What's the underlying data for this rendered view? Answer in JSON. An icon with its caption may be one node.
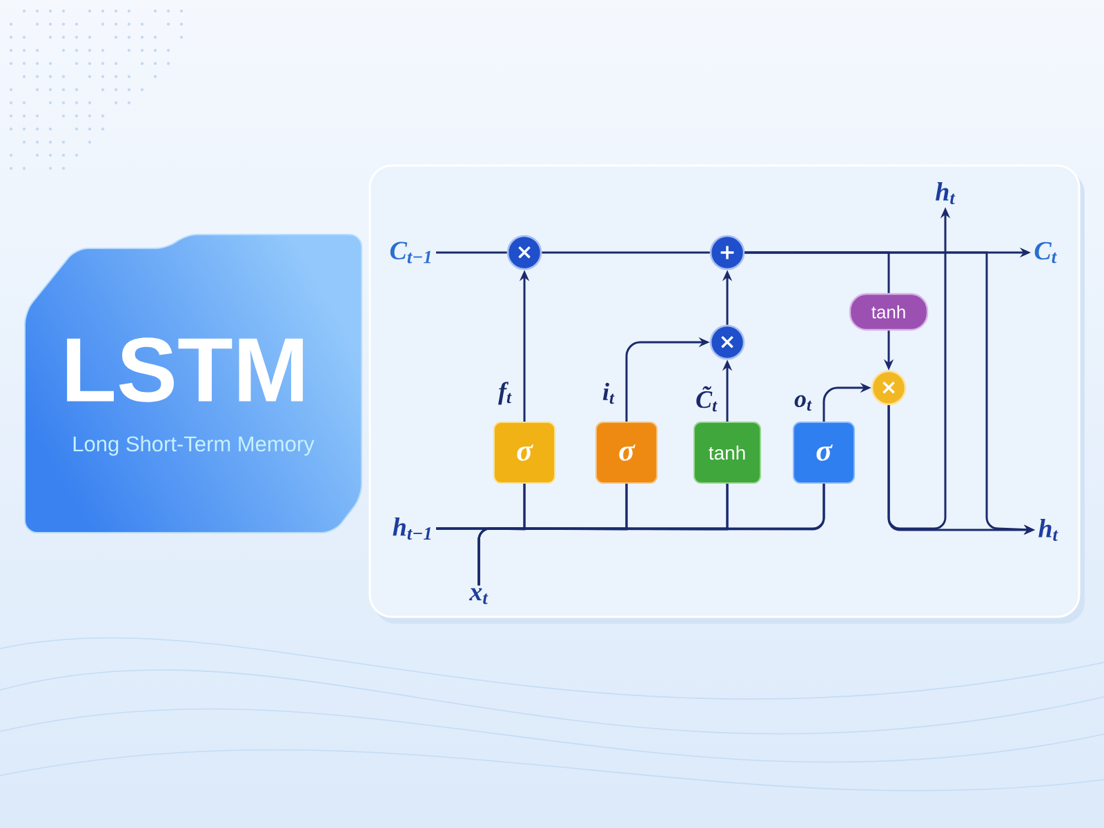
{
  "diagram": {
    "nodes": [
      {
        "text": [
          "LSTM",
          "Long Short-Term Memory"
        ]
      },
      {
        "text": [
          "C$_{t−1}$"
        ]
      },
      {
        "text": [
          "×"
        ]
      },
      {
        "text": [
          "+"
        ]
      },
      {
        "text": [
          "h$_{t}$"
        ]
      },
      {
        "text": [
          "C$_{t}$"
        ]
      },
      {
        "text": [
          "tanh"
        ]
      },
      {
        "text": [
          "×"
        ]
      },
      {
        "text": [
          "×"
        ]
      },
      {
        "text": [
          "σ"
        ]
      },
      {
        "text": [
          "σ"
        ]
      },
      {
        "text": [
          "tanh"
        ]
      },
      {
        "text": [
          "σ"
        ]
      },
      {
        "text": [
          "h$_{t−1}$"
        ]
      },
      {
        "text": [
          "h$_{t}$"
        ]
      },
      {
        "text": [
          "x$_{t}$"
        ]
      }
    ],
    "edges": [
      {
        "from": 1,
        "to": 2,
        "arrow": "none"
      },
      {
        "from": 2,
        "to": 3,
        "arrow": "none"
      },
      {
        "from": 3,
        "to": 5,
        "arrow": "to"
      },
      {
        "from": 3,
        "to": 6,
        "arrow": "none"
      },
      {
        "from": 3,
        "to": 14,
        "arrow": "to"
      },
      {
        "from": 9,
        "to": 2,
        "arrow": "to",
        "label": "f$_{t}$"
      },
      {
        "from": 10,
        "to": 7,
        "arrow": "to",
        "label": "i$_{t}$"
      },
      {
        "from": 11,
        "to": 7,
        "arrow": "to",
        "label": "C̃$_{t}$"
      },
      {
        "from": 7,
        "to": 3,
        "arrow": "to"
      },
      {
        "from": 12,
        "to": 8,
        "arrow": "to",
        "label": "o$_{t}$"
      },
      {
        "from": 6,
        "to": 8,
        "arrow": "to"
      },
      {
        "from": 8,
        "to": 14,
        "arrow": "to"
      },
      {
        "from": 8,
        "to": 4,
        "arrow": "to"
      },
      {
        "from": 13,
        "to": 9,
        "arrow": "none"
      },
      {
        "from": 13,
        "to": 10,
        "arrow": "none"
      },
      {
        "from": 13,
        "to": 11,
        "arrow": "none"
      },
      {
        "from": 13,
        "to": 12,
        "arrow": "none"
      },
      {
        "from": 15,
        "to": 9,
        "arrow": "none"
      },
      {
        "from": 15,
        "to": 10,
        "arrow": "none"
      },
      {
        "from": 15,
        "to": 11,
        "arrow": "none"
      },
      {
        "from": 15,
        "to": 12,
        "arrow": "none"
      }
    ]
  }
}
